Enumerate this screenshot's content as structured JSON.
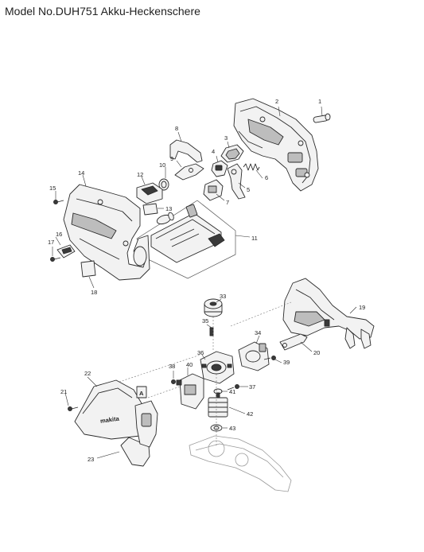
{
  "header": {
    "title": "Model No.DUH751 Akku-Heckenschere"
  },
  "callouts": [
    "1",
    "2",
    "3",
    "4",
    "5",
    "6",
    "7",
    "8",
    "9",
    "10",
    "11",
    "12",
    "13",
    "14",
    "15",
    "16",
    "17",
    "18",
    "19",
    "20",
    "21",
    "22",
    "23",
    "33",
    "34",
    "35",
    "36",
    "37",
    "38",
    "39",
    "40",
    "41",
    "42",
    "43"
  ],
  "marker_letter": "A",
  "housing_logo": "makita"
}
